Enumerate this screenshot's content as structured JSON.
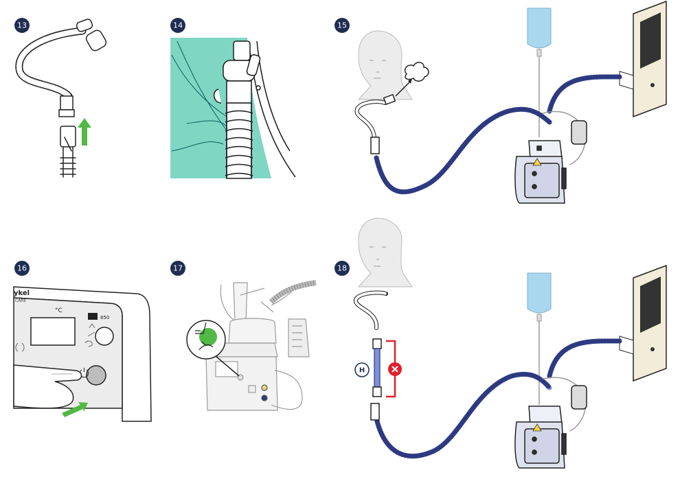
{
  "steps": [
    {
      "number": "13"
    },
    {
      "number": "14"
    },
    {
      "number": "15"
    },
    {
      "number": "16"
    },
    {
      "number": "17"
    },
    {
      "number": "18"
    }
  ],
  "device_panel": {
    "brand_partial": "ykel",
    "brand_sub_partial": "CARE",
    "unit_label": "°C",
    "model_label": "850"
  },
  "callout": {
    "heater_letter": "H"
  },
  "colors": {
    "badge": "#1f2d52",
    "green": "#52b947",
    "teal": "#7fd6c2",
    "blue_tube": "#7e8fd8",
    "bag_blue": "#a9d8ee",
    "wall": "#f2ecd8",
    "red": "#e01f2d"
  }
}
